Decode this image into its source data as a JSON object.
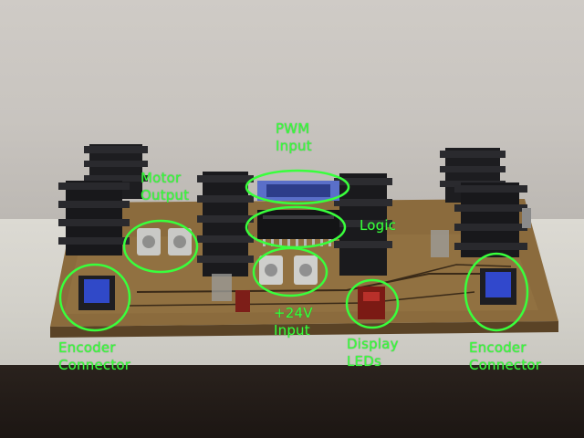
{
  "labels": {
    "pwm_input": [
      "PWM",
      "Input"
    ],
    "motor_output": [
      "Motor",
      "Output"
    ],
    "logic": "Logic",
    "plus24v_input": [
      "+24V",
      "Input"
    ],
    "display_leds": [
      "Display",
      "LEDs"
    ],
    "encoder_connector_left": [
      "Encoder",
      "Connector"
    ],
    "encoder_connector_right": [
      "Encoder",
      "Connector"
    ]
  },
  "colors": {
    "annotation": "#39ff3c",
    "pcb": "#8a6a3a",
    "heatsink": "#1d1d20",
    "connector_blue": "#2f47c9"
  }
}
